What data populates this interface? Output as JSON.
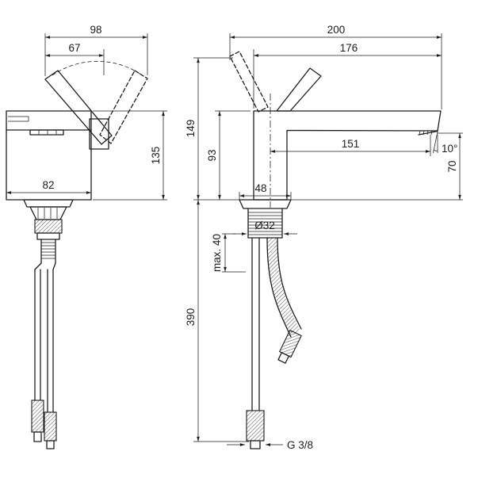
{
  "drawing": {
    "background": "#ffffff",
    "line_color": "#1d1d1b",
    "side_view": {
      "handle_swing_width": "98",
      "handle_width": "67",
      "body_height": "135",
      "body_depth": "82"
    },
    "front_view": {
      "total_length": "200",
      "spout_projection": "176",
      "total_height": "149",
      "spout_height": "93",
      "spout_reach": "151",
      "spray_angle": "10°",
      "clearance_height": "70",
      "base_width": "48",
      "hole_diameter": "Ø32",
      "max_deck_thickness": "max. 40",
      "hose_length": "390",
      "connection_thread": "G 3/8"
    }
  }
}
